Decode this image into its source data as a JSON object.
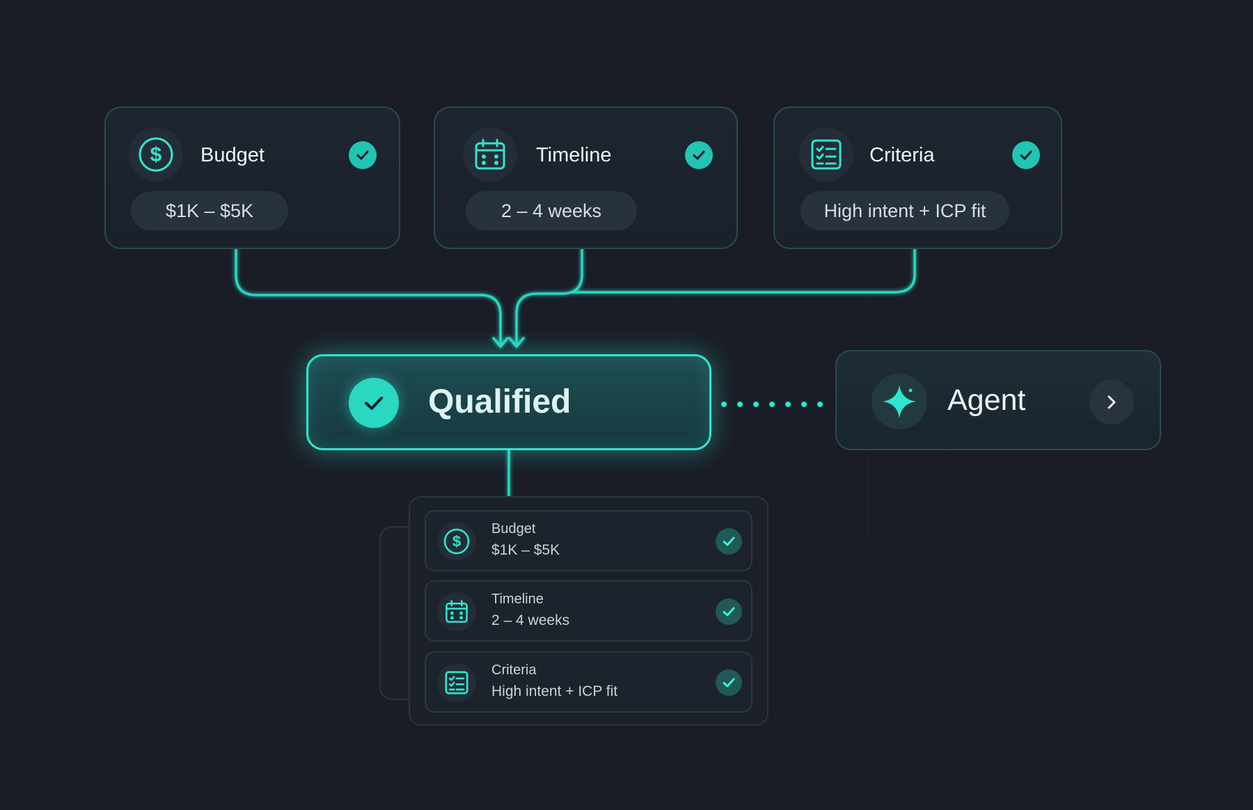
{
  "colors": {
    "background": "#1a1d26",
    "accent": "#2ee6cf",
    "check": "#22c4b4",
    "card_border": "#2b4a4d"
  },
  "criteria_cards": [
    {
      "title": "Budget",
      "value": "$1K – $5K",
      "icon": "dollar-circle-icon",
      "status_icon": "check-icon"
    },
    {
      "title": "Timeline",
      "value": "2 – 4 weeks",
      "icon": "calendar-icon",
      "status_icon": "check-icon"
    },
    {
      "title": "Criteria",
      "value": "High intent + ICP fit",
      "icon": "checklist-icon",
      "status_icon": "check-icon"
    }
  ],
  "qualified": {
    "label": "Qualified",
    "icon": "check-icon"
  },
  "agent": {
    "label": "Agent",
    "icon": "sparkle-icon",
    "action_icon": "chevron-right-icon"
  },
  "summary": {
    "rows": [
      {
        "title": "Budget",
        "value": "$1K – $5K",
        "icon": "dollar-circle-icon",
        "status_icon": "check-icon"
      },
      {
        "title": "Timeline",
        "value": "2 – 4 weeks",
        "icon": "calendar-icon",
        "status_icon": "check-icon"
      },
      {
        "title": "Criteria",
        "value": "High intent + ICP fit",
        "icon": "checklist-icon",
        "status_icon": "check-icon"
      }
    ]
  }
}
